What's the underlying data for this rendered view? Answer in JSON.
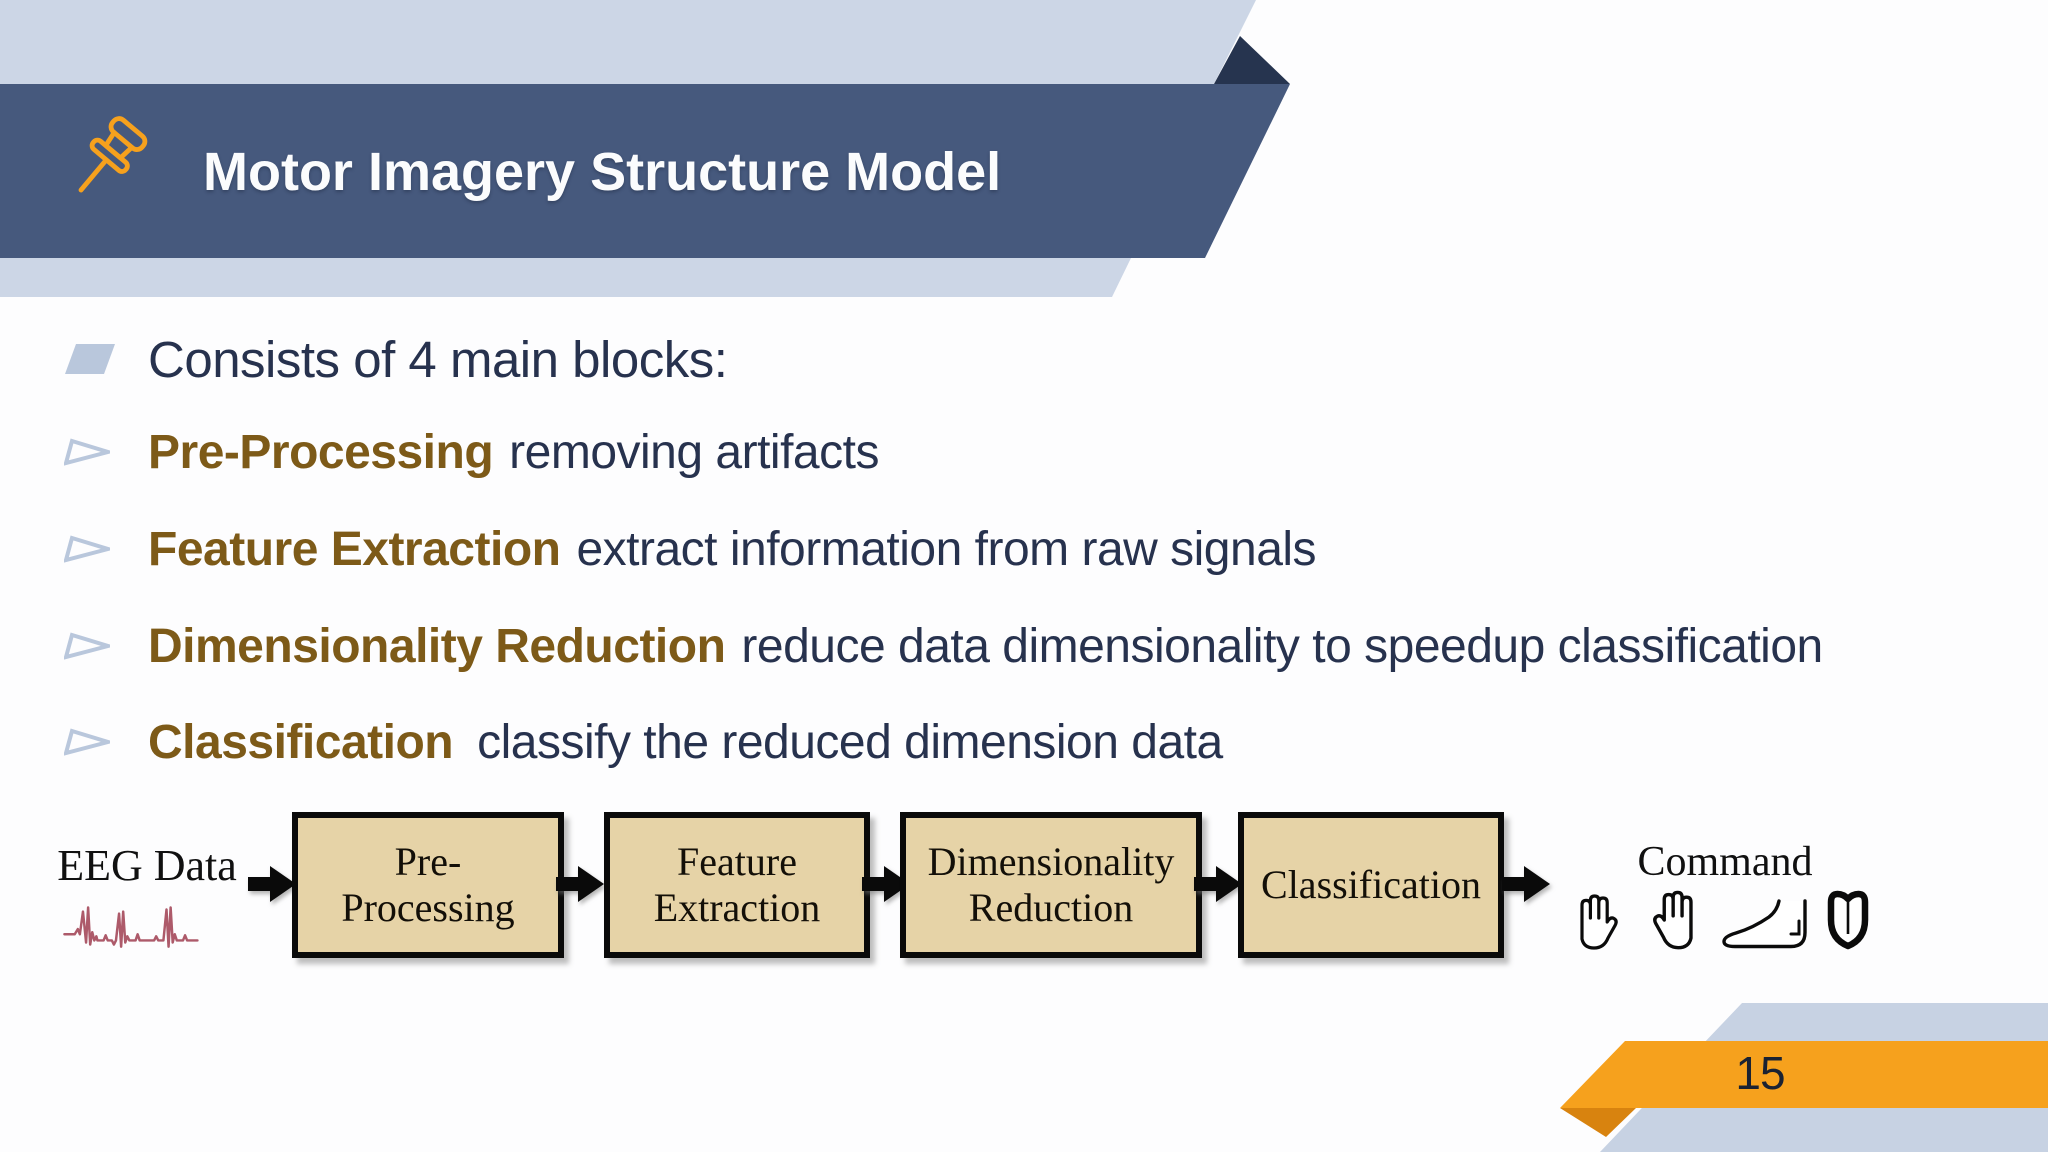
{
  "slide": {
    "title": "Motor Imagery Structure Model",
    "page_number": "15"
  },
  "bullets": {
    "intro": "Consists of 4 main blocks:",
    "items": [
      {
        "term": "Pre-Processing",
        "desc": "removing artifacts"
      },
      {
        "term": "Feature Extraction",
        "desc": "extract information from raw signals"
      },
      {
        "term": "Dimensionality Reduction",
        "desc": "reduce data dimensionality to speedup classification"
      },
      {
        "term": "Classification",
        "desc": "classify the reduced dimension data"
      }
    ]
  },
  "diagram": {
    "input_label": "EEG Data",
    "blocks": [
      {
        "label": "Pre-\nProcessing"
      },
      {
        "label": "Feature\nExtraction"
      },
      {
        "label": "Dimensionality\nReduction"
      },
      {
        "label": "Classification"
      }
    ],
    "output_label": "Command",
    "output_icons": [
      "left-hand",
      "right-hand",
      "foot",
      "tongue"
    ]
  },
  "colors": {
    "header_band": "#46597d",
    "band_light": "#ccd6e6",
    "band_light_bottom": "#c7d2e3",
    "fold_dark": "#26344f",
    "accent_orange": "#f6a11d",
    "orange_fold": "#d8830f",
    "term_brown": "#7d5a18",
    "body_text": "#27324e",
    "box_fill": "#e6d3a7",
    "bullet_marker": "#b9c7dc",
    "wave_red": "#a4485a"
  }
}
